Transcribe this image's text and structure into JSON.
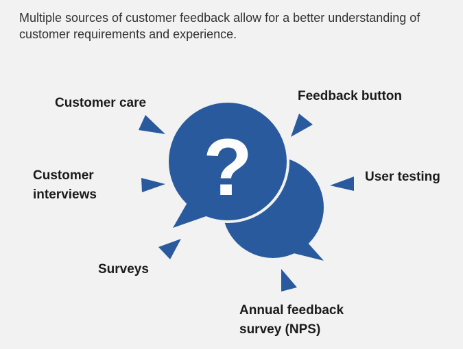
{
  "intro_text": "Multiple sources of customer feedback allow for a better understanding of customer requirements and experience.",
  "center_icon": {
    "name": "question-speech-bubbles-icon",
    "glyph": "?",
    "color": "#2a5a9e"
  },
  "sources": {
    "customer_care": {
      "label": "Customer care"
    },
    "feedback_button": {
      "label": "Feedback button"
    },
    "customer_interviews": {
      "line1": "Customer",
      "line2": "interviews"
    },
    "user_testing": {
      "label": "User testing"
    },
    "surveys": {
      "label": "Surveys"
    },
    "annual_survey": {
      "line1": "Annual feedback",
      "line2": "survey (NPS)"
    }
  },
  "colors": {
    "accent": "#2a5a9e",
    "text": "#1a1a1a",
    "background": "#f2f2f2"
  }
}
